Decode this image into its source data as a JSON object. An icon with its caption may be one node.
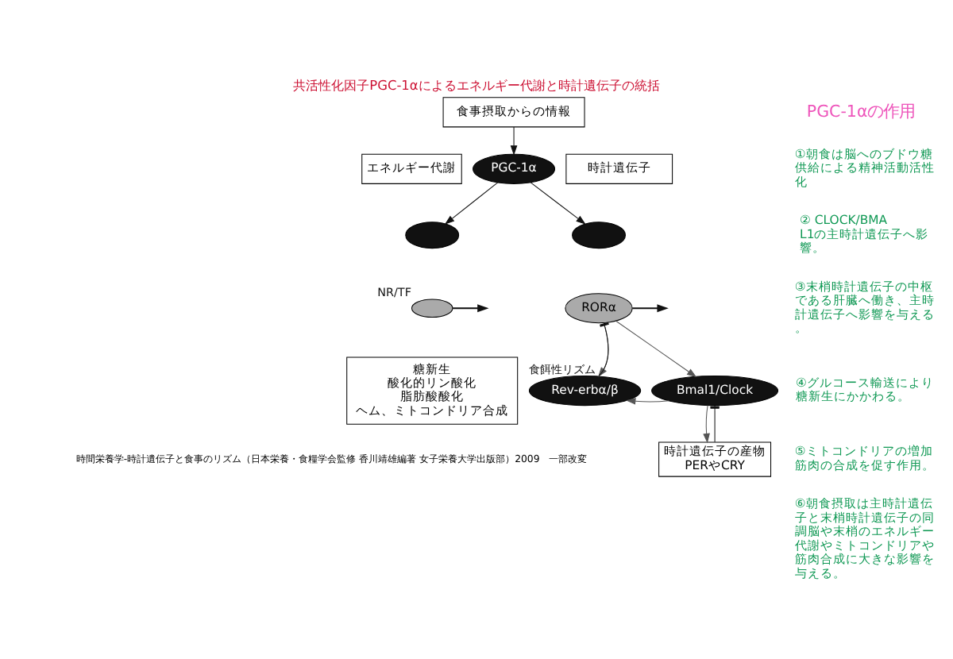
{
  "diagram": {
    "title": "共活性化因子PGC-1αによるエネルギー代謝と時計遺伝子の統括",
    "caption": "時間栄養学-時計遺伝子と食事のリズム（日本栄養・食糧学会監修 香川靖雄編著 女子栄養大学出版部）2009　一部改変",
    "nodes": [
      {
        "text": [
          "食事摂取からの情報"
        ]
      },
      {
        "text": [
          "PGC-1α"
        ]
      },
      {
        "text": [
          "エネルギー代謝"
        ]
      },
      {
        "text": [],
        "shape": "ellipse"
      },
      {
        "text": [],
        "shape": "ellipse",
        "beside": [
          "NR/TF"
        ]
      },
      {
        "text": [
          "糖新生",
          "酸化的リン酸化",
          "脂肪酸酸化",
          "ヘム、ミトコンドリア合成"
        ]
      },
      {
        "text": [
          "時計遺伝子"
        ]
      },
      {
        "text": [],
        "shape": "ellipse"
      },
      {
        "text": [
          "RORα"
        ]
      },
      {
        "text": [
          "Rev-erbα/β"
        ],
        "beside": [
          "食餌性リズム"
        ]
      },
      {
        "text": [
          "Bmal1/Clock"
        ]
      },
      {
        "text": [
          "時計遺伝子の産物",
          "PERやCRY"
        ]
      }
    ],
    "edges": [
      {
        "from": 0,
        "to": 1,
        "arrow": "to"
      },
      {
        "from": 1,
        "to": 3,
        "arrow": "to"
      },
      {
        "from": 1,
        "to": 7,
        "arrow": "to"
      },
      {
        "from": 4,
        "to": null,
        "arrow": "to"
      },
      {
        "from": 8,
        "to": null,
        "arrow": "to"
      },
      {
        "from": 8,
        "to": 9,
        "arrow": "to",
        "color": "#555555"
      },
      {
        "from": 9,
        "to": 8,
        "arrow": "other"
      },
      {
        "from": 8,
        "to": 10,
        "arrow": "to",
        "color": "#555555"
      },
      {
        "from": 10,
        "to": 9,
        "arrow": "to",
        "color": "#555555"
      },
      {
        "from": 10,
        "to": 11,
        "arrow": "to",
        "color": "#555555"
      },
      {
        "from": 11,
        "to": 10,
        "arrow": "other"
      }
    ],
    "labels": [
      "PGC-1αの作用",
      "①朝食は脳へのブドウ糖供給による精神活動活性化",
      "② CLOCK/BMAL1の主時計遺伝子へ影響。",
      "③末梢時計遺伝子の中枢である肝臓へ働き、主時計遺伝子へ影響を与える。",
      "④グルコース輸送により糖新生にかかわる。",
      "⑤ミトコンドリアの増加筋肉の合成を促す作用。",
      "⑥朝食摂取は主時計遺伝子と末梢時計遺伝子の同調脳や末梢のエネルギー代謝やミトコンドリアや筋肉合成に大きな影響を与える。"
    ]
  }
}
